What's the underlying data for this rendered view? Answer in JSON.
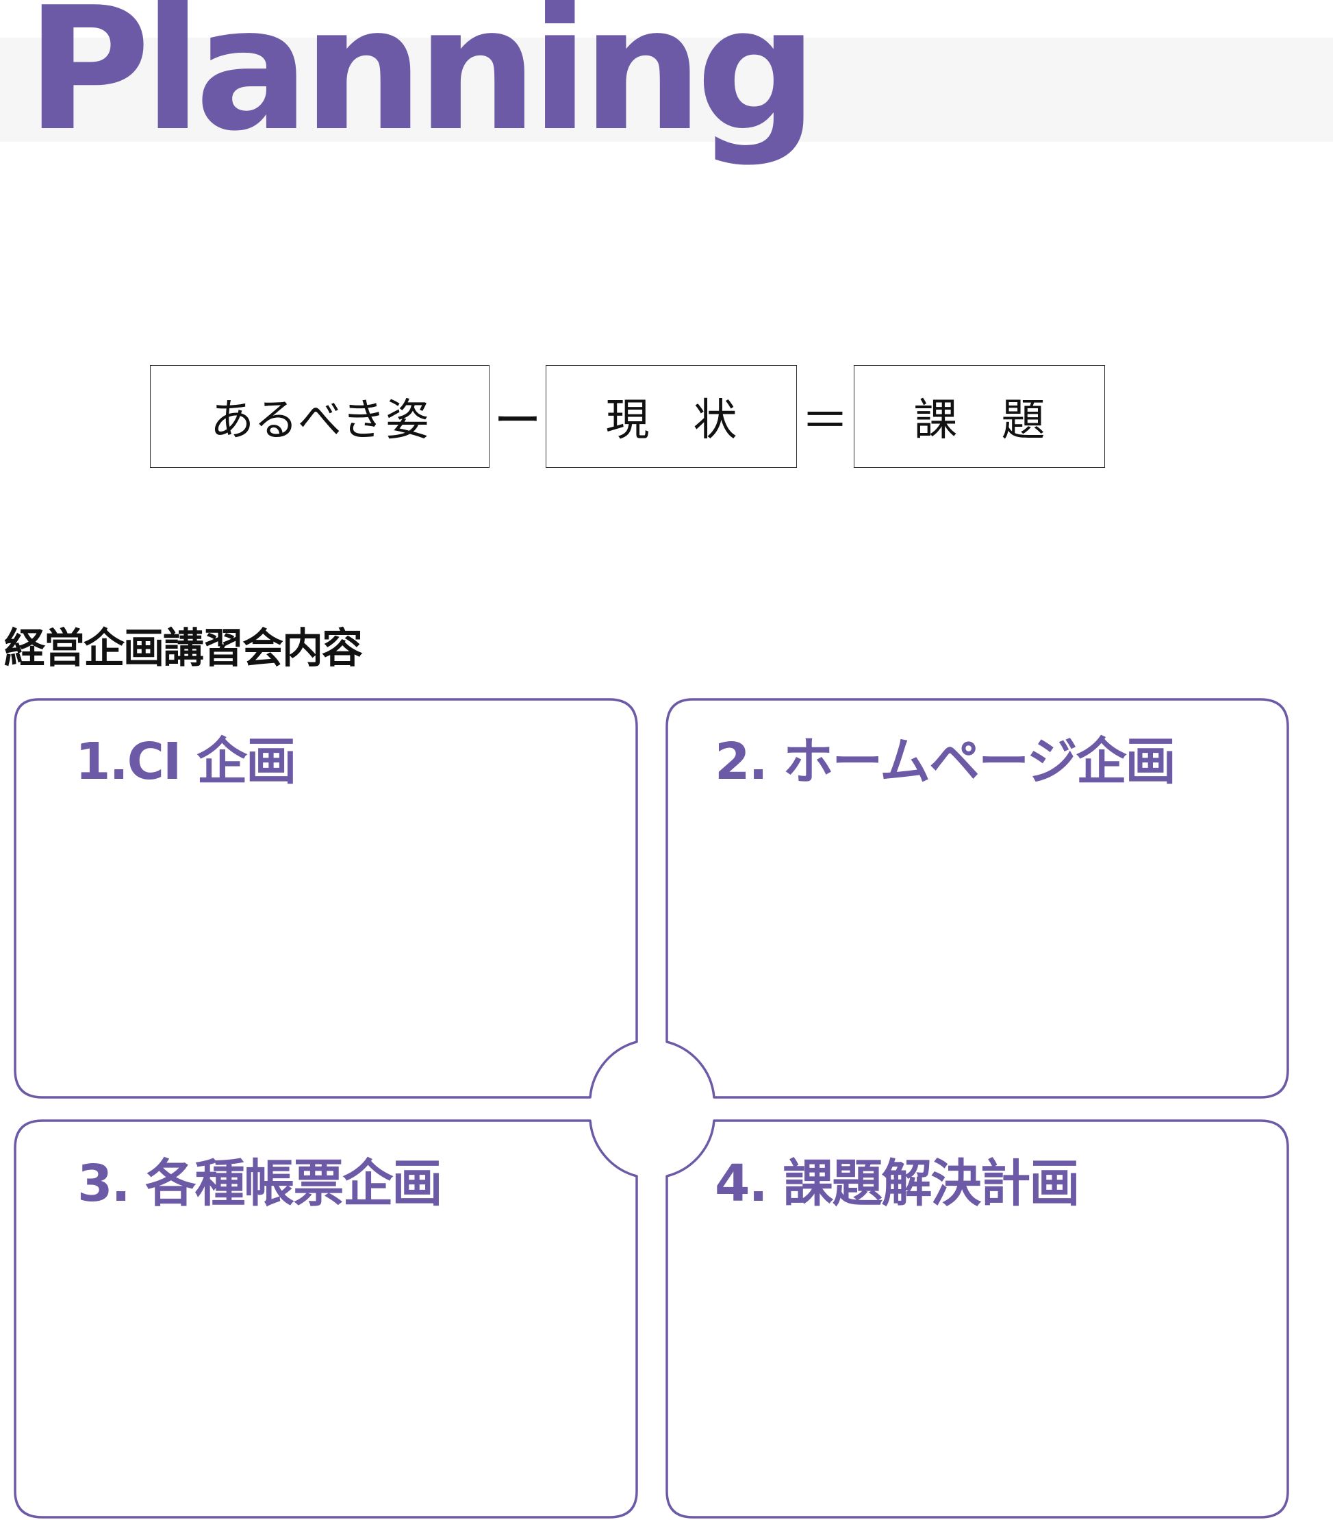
{
  "page": {
    "title": "Planning",
    "accent_color": "#6c5aa6",
    "band_color": "#f5f6f5"
  },
  "formula": {
    "box1": "あるべき姿",
    "op1": "ー",
    "box2": "現　状",
    "op2": "＝",
    "box3": "課　題"
  },
  "section": {
    "heading": "経営企画講習会内容"
  },
  "quadrants": [
    {
      "title": "1.CI 企画"
    },
    {
      "title": "2. ホームページ企画"
    },
    {
      "title": "3. 各種帳票企画"
    },
    {
      "title": "4. 課題解決計画"
    }
  ]
}
